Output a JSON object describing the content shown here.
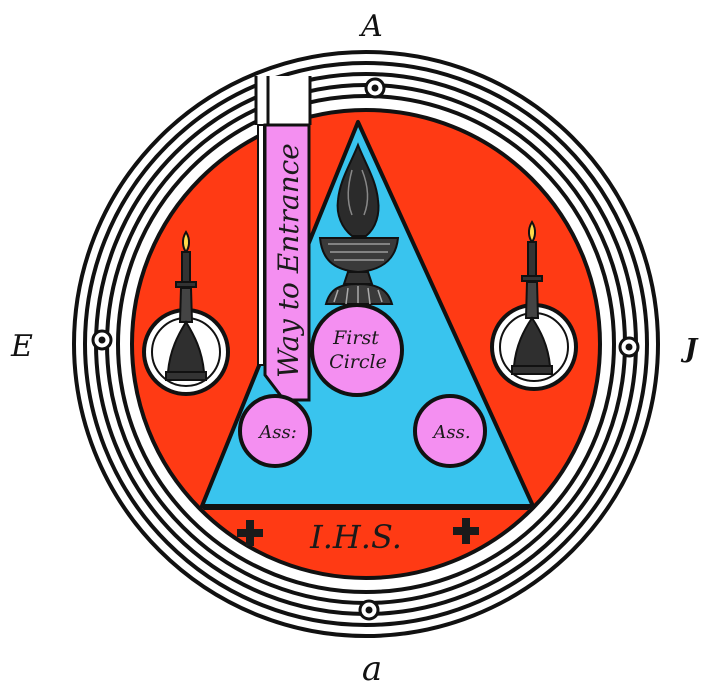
{
  "cardinal_labels": {
    "top": "A",
    "left": "E",
    "right": "J",
    "bottom": "a"
  },
  "path_label": "Way to Entrance",
  "circles": {
    "first": [
      "First",
      "Circle"
    ],
    "left": "Ass:",
    "right": "Ass."
  },
  "monogram": "I.H.S.",
  "colors": {
    "outer_fill": "#ff3a14",
    "triangle_fill": "#39c4ee",
    "circle_fill": "#f48ff1",
    "ink": "#111111"
  }
}
